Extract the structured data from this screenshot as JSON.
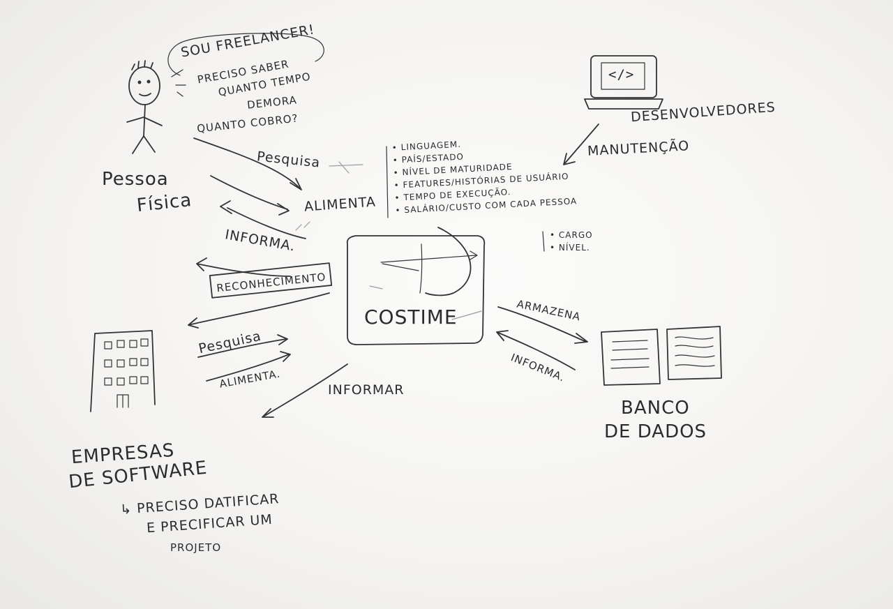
{
  "person": {
    "speech_1": "SOU FREELANCER!",
    "speech_2": "PRECISO SABER",
    "speech_3": "QUANTO TEMPO",
    "speech_4": "DEMORA",
    "speech_5": "QUANTO COBRO?",
    "label_1": "Pessoa",
    "label_2": "Física"
  },
  "arrows_person": {
    "pesquisa": "Pesquisa",
    "alimenta": "ALIMENTA",
    "informa": "INFORMA.",
    "reconhecimento": "RECONHECIMENTO"
  },
  "data_list": {
    "items": [
      "LINGUAGEM.",
      "PAÍS/ESTADO",
      "NÍVEL DE MATURIDADE",
      "FEATURES/HISTÓRIAS DE USUÁRIO",
      "TEMPO DE EXECUÇÃO.",
      "SALÁRIO/CUSTO COM CADA PESSOA"
    ],
    "sub_items": [
      "CARGO",
      "NÍVEL."
    ]
  },
  "center": {
    "label": "COSTIME"
  },
  "developers": {
    "code": "</>",
    "label": "DESENVOLVEDORES",
    "arrow_label": "MANUTENÇÃO"
  },
  "database": {
    "armazena": "ARMAZENA",
    "informa": "INFORMA.",
    "label_1": "BANCO",
    "label_2": "DE DADOS"
  },
  "companies": {
    "pesquisa": "Pesquisa",
    "alimenta": "ALIMENTA.",
    "informar": "INFORMAR",
    "label_1": "EMPRESAS",
    "label_2": "DE SOFTWARE",
    "note_1": "↳ PRECISO DATIFICAR",
    "note_2": "E PRECIFICAR UM",
    "note_3": "PROJETO"
  }
}
